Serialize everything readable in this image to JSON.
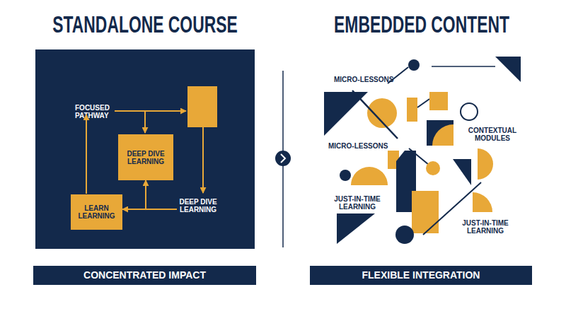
{
  "diagram": {
    "nodes": [
      {
        "text": [
          "FOCUSED PATHWAY",
          "DEEP DIVE LEARNING"
        ]
      },
      {
        "text": [
          "DEEP DIVE LEARNING"
        ],
        "in": 0
      },
      {
        "text": [
          "LEARN LEARNING"
        ],
        "in": 0
      },
      {
        "text": [
          "CONCENTRATED IMPACT"
        ]
      },
      {
        "text": [
          "FLEXIBLE INTEGRATION"
        ]
      }
    ],
    "edges": [
      {
        "from": 2,
        "to": 1,
        "arrow": "both"
      }
    ],
    "labels": [
      "STANDALONE COURSE",
      "EMBEDDED CONTENT",
      "MICRO-LESSONS",
      "CONTEXTUAL MODULES",
      "MICRO-LESSONS",
      "JUST-IN-TIME LEARNING",
      "JUST-IN-TIME LEARNING"
    ]
  }
}
